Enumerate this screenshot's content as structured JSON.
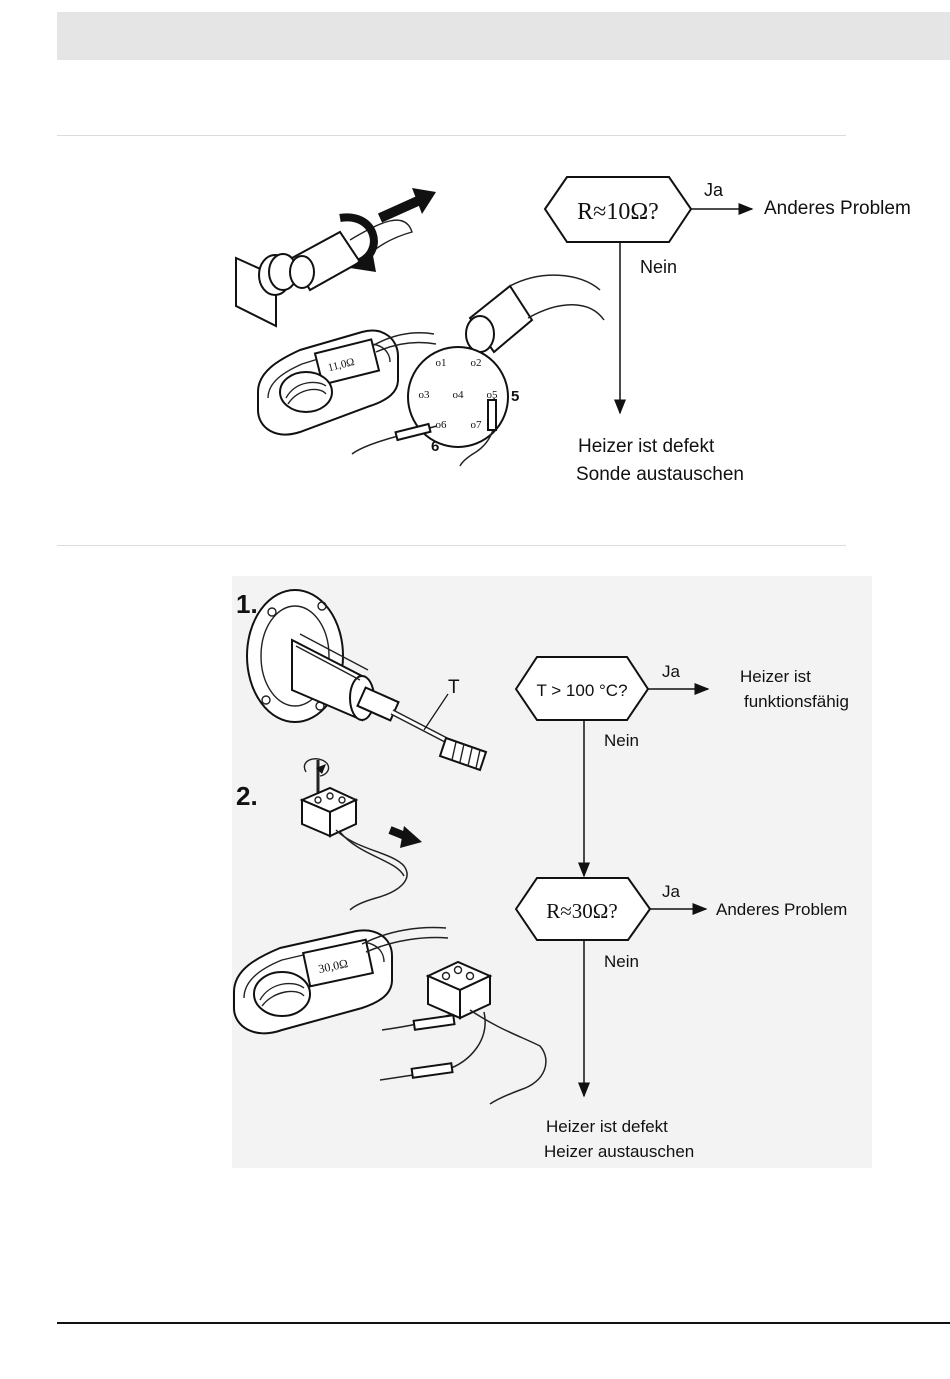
{
  "section1": {
    "decision": "R≈10Ω?",
    "yes_label": "Ja",
    "yes_result": "Anderes Problem",
    "no_label": "Nein",
    "no_result_line1": "Heizer ist defekt",
    "no_result_line2": "Sonde austauschen",
    "meter_display": "11,0Ω",
    "pins": [
      "o1",
      "o2",
      "o3",
      "o4",
      "o5",
      "o6",
      "o7"
    ],
    "pin_callout_5": "5",
    "pin_callout_6": "6"
  },
  "section2": {
    "step1": "1.",
    "step2": "2.",
    "sensor_label": "T",
    "decision1": "T > 100 °C?",
    "yes1_label": "Ja",
    "yes1_result_line1": "Heizer ist",
    "yes1_result_line2": "funktionsfähig",
    "no1_label": "Nein",
    "decision2": "R≈30Ω?",
    "yes2_label": "Ja",
    "yes2_result": "Anderes Problem",
    "no2_label": "Nein",
    "no2_result_line1": "Heizer ist defekt",
    "no2_result_line2": "Heizer austauschen",
    "meter_display": "30,0Ω"
  }
}
